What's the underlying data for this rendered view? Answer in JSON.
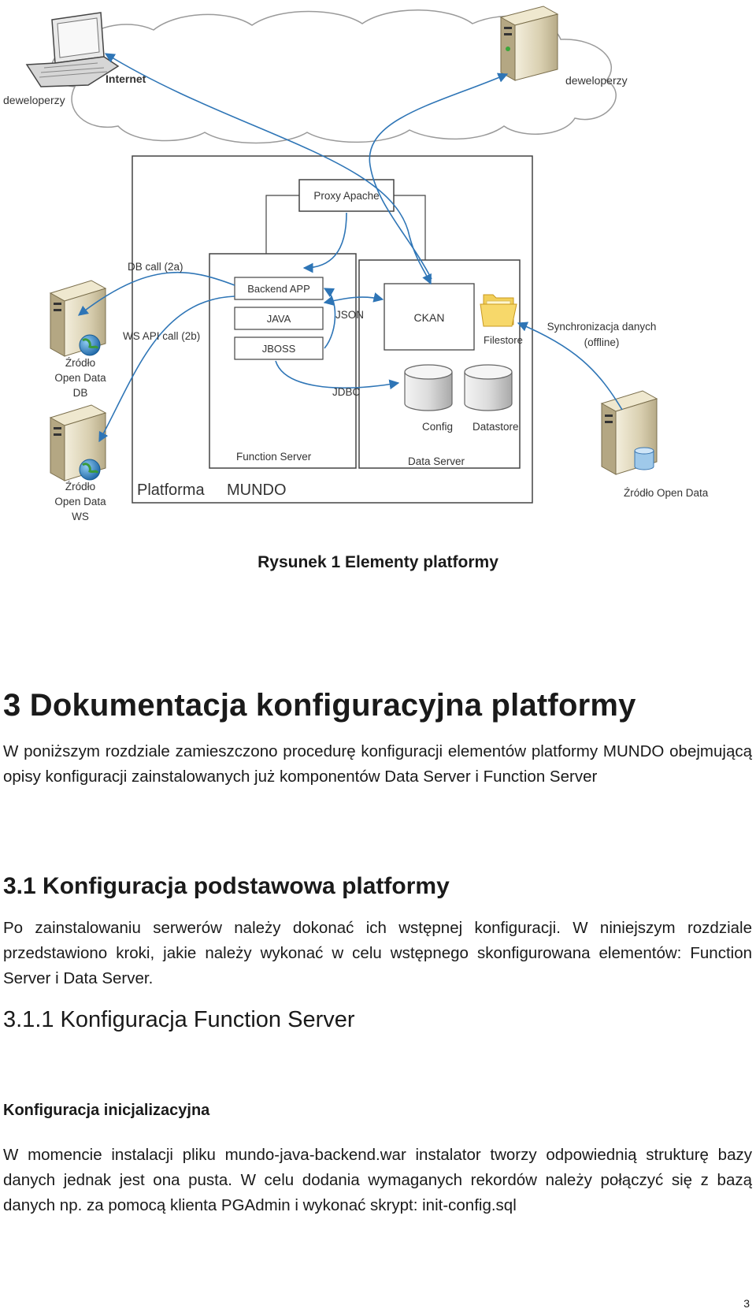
{
  "figure": {
    "labels": {
      "internet": "Internet",
      "dev_left": "deweloperzy",
      "dev_right": "deweloperzy",
      "proxy": "Proxy Apache",
      "db_call": "DB call (2a)",
      "ws_api_call": "WS API call (2b)",
      "backend_app": "Backend APP",
      "java": "JAVA",
      "jboss": "JBOSS",
      "json": "JSON",
      "ckan": "CKAN",
      "filestore": "Filestore",
      "sync_line1": "Synchronizacja danych",
      "sync_line2": "(offline)",
      "jdbc": "JDBC",
      "config": "Config",
      "datastore": "Datastore",
      "function_server": "Function Server",
      "data_server": "Data Server",
      "platform_word": "Platforma",
      "platform_name": "MUNDO",
      "src_db_1": "Źródło",
      "src_db_2": "Open Data",
      "src_db_3": "DB",
      "src_ws_1": "Źródło",
      "src_ws_2": "Open Data",
      "src_ws_3": "WS",
      "src_open": "Źródło Open Data"
    },
    "colors": {
      "arrow": "#2e75b6",
      "box": "#444444",
      "cloud_stroke": "#9a9a9a",
      "server_body": "#d9cfb0",
      "globe": "#2a7ab8"
    }
  },
  "caption": "Rysunek 1 Elementy platformy",
  "section": {
    "heading": "3  Dokumentacja konfiguracyjna  platformy",
    "para": "W poniższym rozdziale zamieszczono procedurę konfiguracji elementów platformy MUNDO obejmującą opisy konfiguracji zainstalowanych już komponentów Data Server i Function Server"
  },
  "subsection": {
    "heading": "3.1  Konfiguracja podstawowa platformy",
    "para": "Po zainstalowaniu serwerów należy dokonać ich wstępnej konfiguracji. W niniejszym rozdziale przedstawiono kroki, jakie należy wykonać w celu wstępnego skonfigurowana elementów: Function Server i Data Server."
  },
  "subsubsection": {
    "heading": "3.1.1 Konfiguracja Function Server"
  },
  "paragraph_heading": "Konfiguracja inicjalizacyjna",
  "final_para": "W momencie instalacji pliku mundo-java-backend.war instalator tworzy odpowiednią strukturę bazy danych jednak jest ona pusta. W celu dodania wymaganych rekordów należy połączyć się z bazą danych np. za pomocą klienta PGAdmin i wykonać skrypt: init-config.sql",
  "page_number": "3"
}
